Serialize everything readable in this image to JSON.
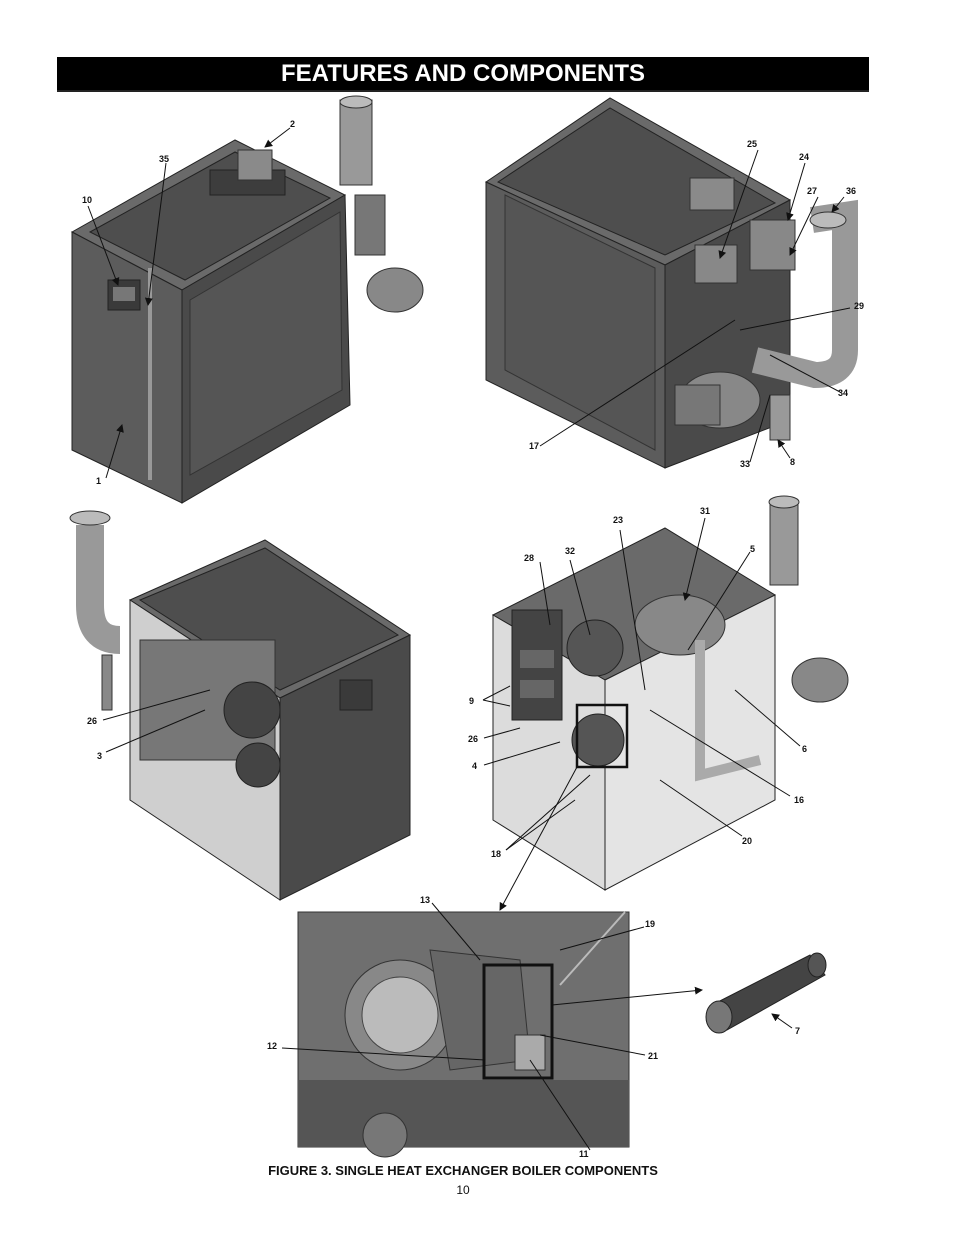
{
  "header": {
    "title": "FEATURES AND COMPONENTS"
  },
  "figure": {
    "caption": "FIGURE 3.  SINGLE HEAT EXCHANGER BOILER COMPONENTS",
    "callouts": {
      "c1": "1",
      "c2": "2",
      "c3": "3",
      "c4": "4",
      "c5": "5",
      "c6": "6",
      "c7": "7",
      "c8": "8",
      "c9": "9",
      "c10": "10",
      "c11": "11",
      "c12": "12",
      "c13": "13",
      "c16": "16",
      "c17": "17",
      "c18": "18",
      "c19": "19",
      "c20": "20",
      "c21": "21",
      "c23": "23",
      "c24": "24",
      "c25": "25",
      "c26a": "26",
      "c26b": "26",
      "c27": "27",
      "c28": "28",
      "c29": "29",
      "c31": "31",
      "c32": "32",
      "c33": "33",
      "c34": "34",
      "c35": "35",
      "c36": "36"
    }
  },
  "page": {
    "number": "10"
  },
  "colors": {
    "cabinet": "#5a5a5a",
    "cabinet_dark": "#3a3a3a",
    "cabinet_light": "#8a8a8a",
    "pipe": "#9a9a9a",
    "background": "#ffffff"
  }
}
